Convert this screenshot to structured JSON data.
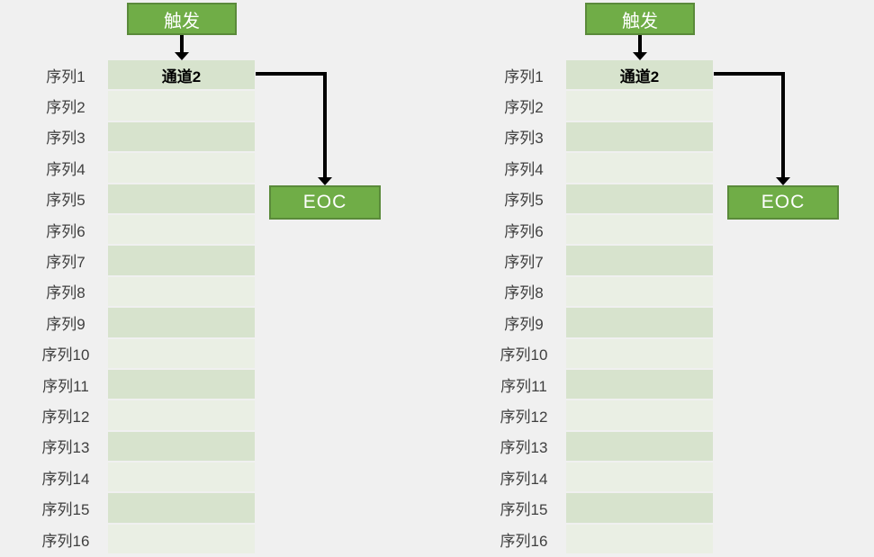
{
  "page": {
    "background_color": "#f0f0f0"
  },
  "colors": {
    "box_fill": "#70ad47",
    "box_border": "#5a8a3a",
    "box_text": "#ffffff",
    "row_odd": "#d7e3cd",
    "row_even": "#eaefe4",
    "label_text": "#3f3f3f",
    "arrow": "#000000"
  },
  "diagram": {
    "trigger_label": "触发",
    "channel_label": "通道2",
    "eoc_label": "EOC",
    "row_labels": [
      "序列1",
      "序列2",
      "序列3",
      "序列4",
      "序列5",
      "序列6",
      "序列7",
      "序列8",
      "序列9",
      "序列10",
      "序列11",
      "序列12",
      "序列13",
      "序列14",
      "序列15",
      "序列16"
    ]
  }
}
